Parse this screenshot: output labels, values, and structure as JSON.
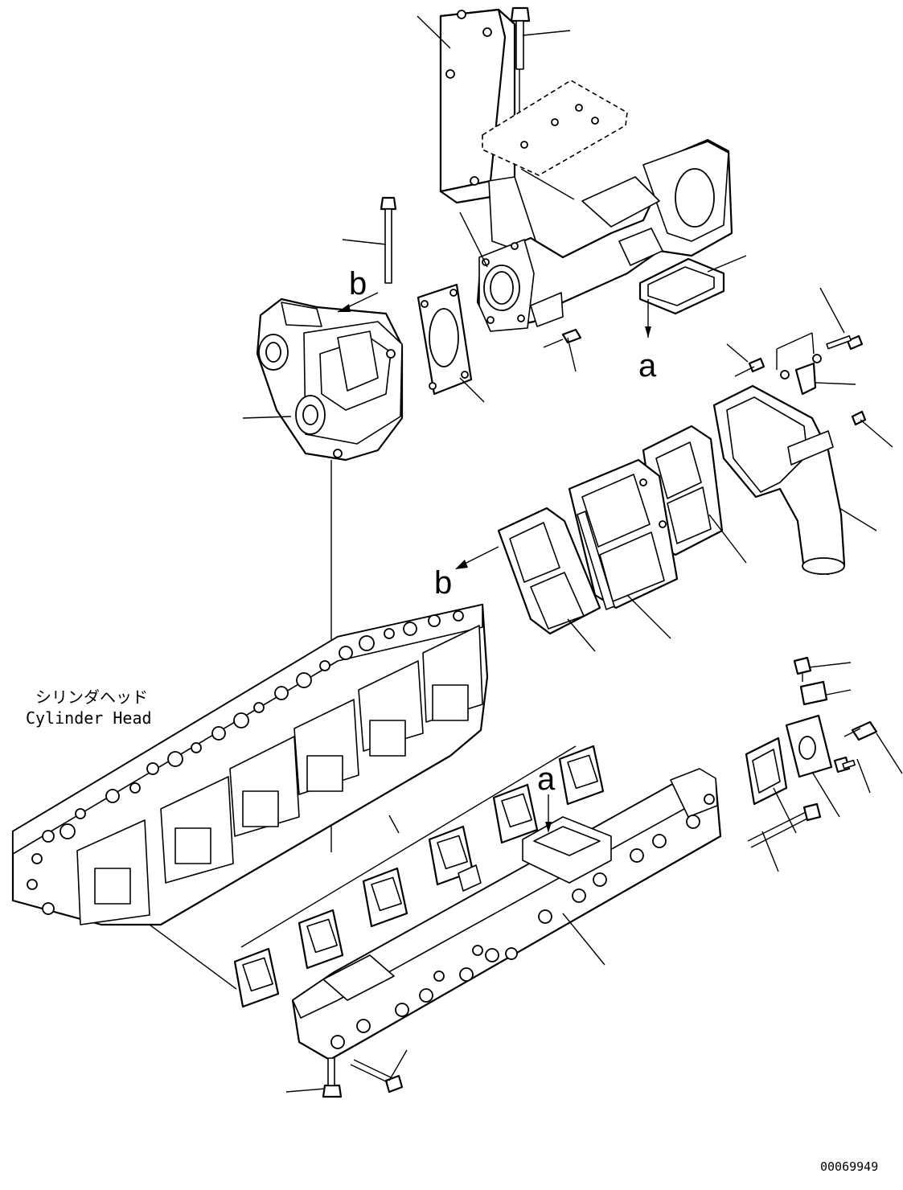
{
  "labels": {
    "cylinder_head_jp": "シリンダヘッド",
    "cylinder_head_en": "Cylinder Head",
    "ref_a_top": "a",
    "ref_a_bottom": "a",
    "ref_b_top": "b",
    "ref_b_middle": "b",
    "drawing_number": "00069949"
  }
}
